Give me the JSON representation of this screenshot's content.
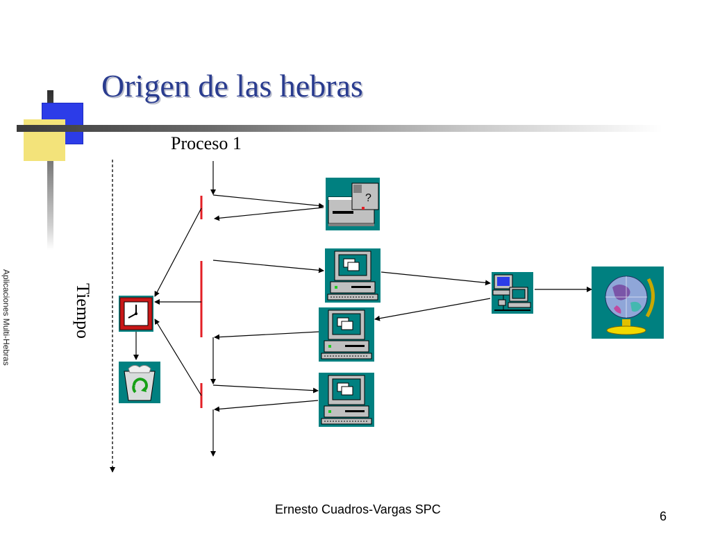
{
  "slide": {
    "title": "Origen de las hebras",
    "side_label": "Aplicaciones Multi-Hebras",
    "footer": "Ernesto Cuadros-Vargas SPC",
    "page_number": "6"
  },
  "diagram": {
    "process_label": "Proceso 1",
    "time_axis_label": "Tiempo",
    "icons": [
      {
        "id": "printer",
        "icon": "printer-icon"
      },
      {
        "id": "computer-1",
        "icon": "computer-icon"
      },
      {
        "id": "computer-2",
        "icon": "computer-icon"
      },
      {
        "id": "computer-3",
        "icon": "computer-icon"
      },
      {
        "id": "network",
        "icon": "network-icon"
      },
      {
        "id": "globe",
        "icon": "globe-icon"
      },
      {
        "id": "clock",
        "icon": "clock-icon"
      },
      {
        "id": "recycle-bin",
        "icon": "recycle-bin-icon"
      }
    ],
    "colors": {
      "thread_bar": "#e31f25",
      "icon_bg": "#008080",
      "title": "#2a3c8f"
    }
  }
}
